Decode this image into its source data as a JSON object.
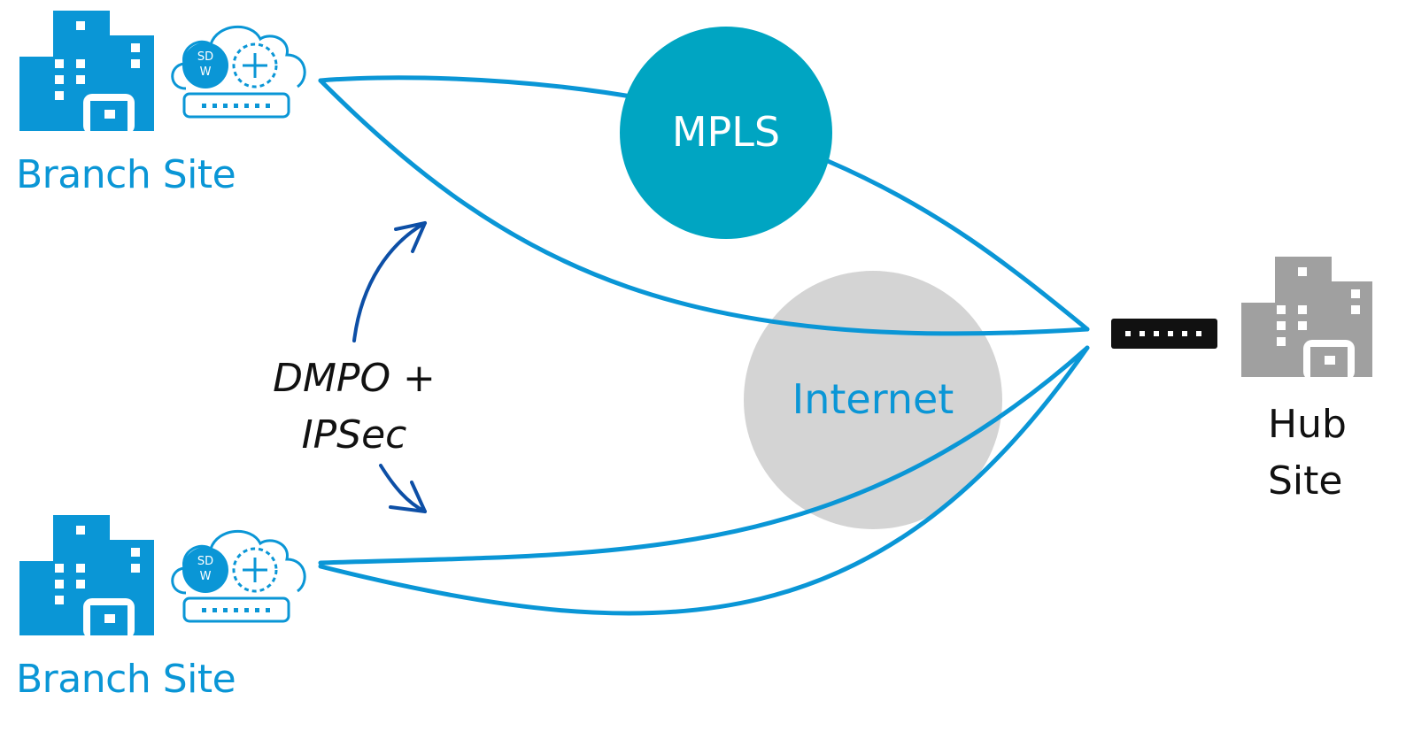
{
  "nodes": {
    "branch_top": {
      "label": "Branch Site"
    },
    "branch_bottom": {
      "label": "Branch Site"
    },
    "hub": {
      "label_line1": "Hub",
      "label_line2": "Site"
    }
  },
  "clouds": {
    "mpls": {
      "label": "MPLS",
      "color": "#00a5c2"
    },
    "internet": {
      "label": "Internet",
      "color": "#d4d4d4",
      "text_color": "#0a96d6"
    }
  },
  "edge_device_text": "SD\nW",
  "annotation": {
    "line1": "DMPO +",
    "line2": "IPSec",
    "arrow_color": "#0d4fa6"
  },
  "colors": {
    "building": "#0a96d6",
    "hub_building": "#a0a0a0",
    "link": "#0a96d6",
    "hub_device": "#111111"
  },
  "icons": [
    "branch-building-icon",
    "sdwan-edge-icon",
    "hub-building-icon",
    "hub-device-icon"
  ]
}
